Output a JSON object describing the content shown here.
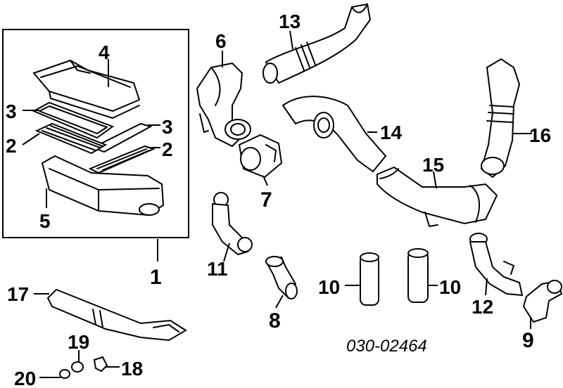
{
  "reference_code": "030-02464",
  "callouts": {
    "n1": "1",
    "n2a": "2",
    "n2b": "2",
    "n3a": "3",
    "n3b": "3",
    "n4": "4",
    "n5": "5",
    "n6": "6",
    "n7": "7",
    "n8": "8",
    "n9": "9",
    "n10a": "10",
    "n10b": "10",
    "n11": "11",
    "n12": "12",
    "n13": "13",
    "n14": "14",
    "n15": "15",
    "n16": "16",
    "n17": "17",
    "n18": "18",
    "n19": "19",
    "n20": "20"
  }
}
